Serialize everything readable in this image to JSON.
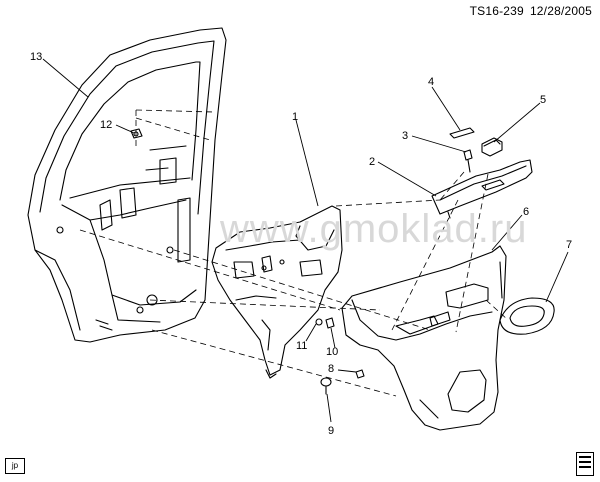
{
  "header": {
    "illustration_id": "TS16-239",
    "date": "12/28/2005"
  },
  "watermark": "www.gmoklad.ru",
  "callouts": [
    "1",
    "2",
    "3",
    "4",
    "5",
    "6",
    "7",
    "8",
    "9",
    "10",
    "11",
    "12",
    "13"
  ],
  "footer": {
    "stamp": "jp",
    "logo_icon": "gm-logo-icon"
  }
}
